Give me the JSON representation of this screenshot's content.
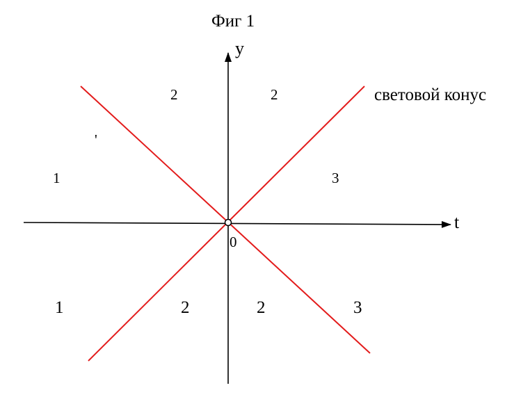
{
  "title": "Фиг 1",
  "axes": {
    "x_label": "t",
    "y_label": "y",
    "origin_label": "0"
  },
  "light_cone": {
    "label": "световой конус",
    "color": "#e31b1b"
  },
  "axis_color": "#000000",
  "regions": {
    "upper": [
      "1",
      "2",
      "2",
      "3"
    ],
    "lower": [
      "1",
      "2",
      "2",
      "3"
    ]
  },
  "stray_mark": "'"
}
